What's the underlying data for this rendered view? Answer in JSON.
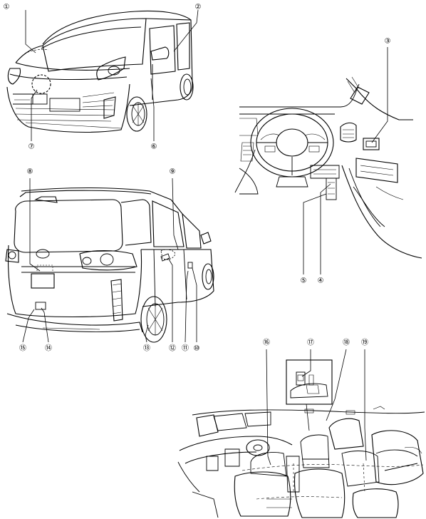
{
  "callouts": [
    {
      "id": "c1",
      "label": "①"
    },
    {
      "id": "c2",
      "label": "②"
    },
    {
      "id": "c3",
      "label": "③"
    },
    {
      "id": "c4",
      "label": "④"
    },
    {
      "id": "c5",
      "label": "⑤"
    },
    {
      "id": "c6",
      "label": "⑥"
    },
    {
      "id": "c7",
      "label": "⑦"
    },
    {
      "id": "c8",
      "label": "⑧"
    },
    {
      "id": "c9",
      "label": "⑨"
    },
    {
      "id": "c10",
      "label": "⑩"
    },
    {
      "id": "c11",
      "label": "⑪"
    },
    {
      "id": "c12",
      "label": "⑫"
    },
    {
      "id": "c13",
      "label": "⑬"
    },
    {
      "id": "c14",
      "label": "⑭"
    },
    {
      "id": "c15",
      "label": "⑮"
    },
    {
      "id": "c16",
      "label": "⑯"
    },
    {
      "id": "c17",
      "label": "⑰"
    },
    {
      "id": "c18",
      "label": "⑱"
    },
    {
      "id": "c19",
      "label": "⑲"
    }
  ]
}
